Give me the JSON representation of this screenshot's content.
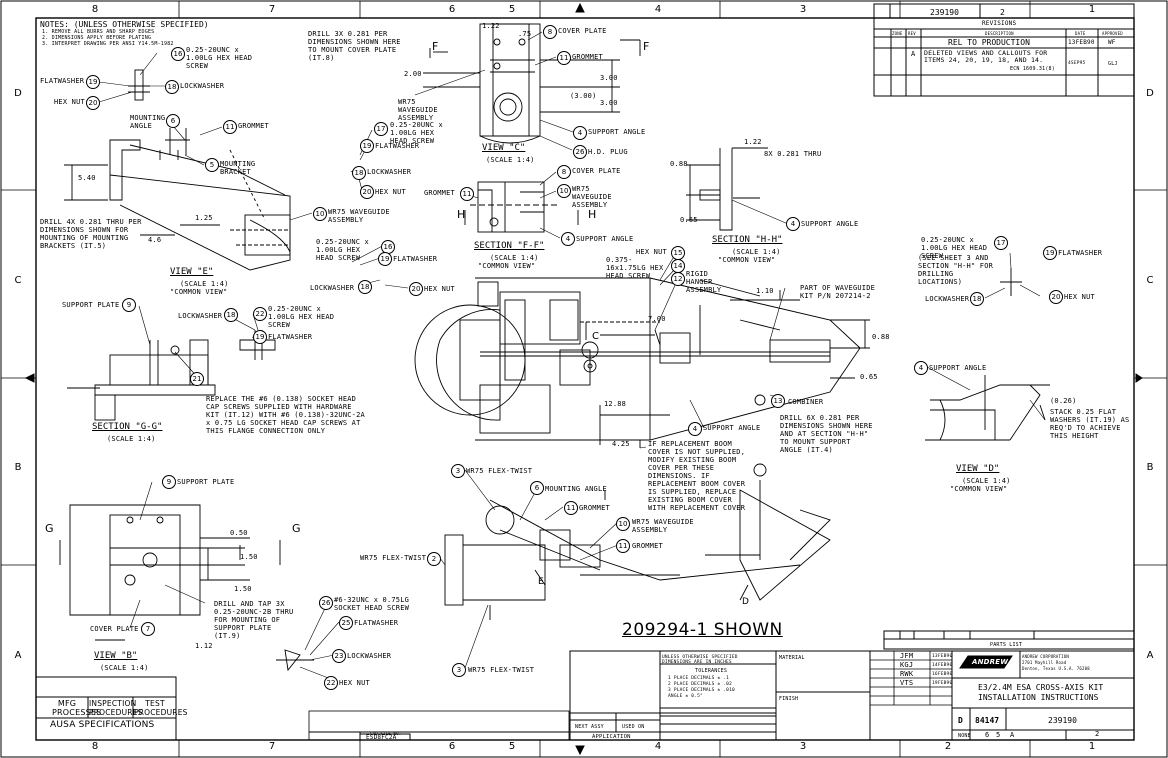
{
  "zones_top": [
    "8",
    "7",
    "6",
    "5",
    "4",
    "3",
    "2",
    "1"
  ],
  "zones_side": [
    "D",
    "C",
    "B",
    "A"
  ],
  "notes": {
    "title": "NOTES: (UNLESS OTHERWISE SPECIFIED)",
    "lines": [
      "1. REMOVE ALL BURRS AND SHARP EDGES",
      "2. DIMENSIONS APPLY BEFORE PLATING",
      "3. INTERPRET DRAWING PER ANSI Y14.5M-1982"
    ]
  },
  "title_block": {
    "doc_number_top": "239190",
    "sheet_top": "2",
    "revisions_title": "REVISIONS",
    "rev_headers": [
      "ZONE",
      "REV",
      "DESCRIPTION",
      "DATE",
      "APPROVED"
    ],
    "rev_row1": {
      "desc": "REL TO PRODUCTION",
      "date": "13FEB90",
      "appr": "WF"
    },
    "rev_row2": {
      "rev": "A",
      "desc": "DELETED VIEWS AND CALLOUTS FOR ITEMS 24, 20, 19, 18, AND 14.",
      "ecn": "ECN 1609.31(8)",
      "date": "4SEP95",
      "appr": "GLJ"
    },
    "parts_list": "PARTS LIST",
    "company": "ANDREW CORPORATION",
    "brand": "ANDREW",
    "address": [
      "2701 Mayhill Road",
      "Denton, Texas U.S.A. 76208"
    ],
    "drawing_title_1": "E3/2.4M ESA CROSS-AXIS KIT",
    "drawing_title_2": "INSTALLATION INSTRUCTIONS",
    "drawn": {
      "name": "JFM",
      "date": "13FEB90"
    },
    "checked": {
      "name": "KGJ",
      "date": "14FEB90"
    },
    "appr1": {
      "name": "RWK",
      "date": "16FEB90"
    },
    "appr2": {
      "name": "VTS",
      "date": "19FEB90"
    },
    "size": "D",
    "cage": "84147",
    "dwg_no": "239190",
    "rev_block": "2",
    "scale": "NONE",
    "sheet_of": "6",
    "sheet_num": "5",
    "rev_letter": "A",
    "tolerances_title": "TOLERANCES",
    "tolerances": [
      "1 PLACE DECIMALS ± .1",
      "2 PLACE DECIMALS ± .02",
      "3 PLACE DECIMALS ± .010",
      "ANGLE ± 0.5°"
    ],
    "unless": "UNLESS OTHERWISE SPECIFIED",
    "dims_in": "DIMENSIONS ARE IN INCHES",
    "material": "MATERIAL",
    "finish": "FINISH",
    "next_assy": "NEXT ASSY",
    "used_on": "USED ON",
    "application": "APPLICATION",
    "cad_file": "CAD FILE NO.",
    "cad_no": "ESD8FC2A"
  },
  "specs": {
    "mfg": "MFG PROCESSES",
    "insp": "INSPECTION PROCEDURES",
    "test": "TEST PROCEDURES",
    "ausa": "AUSA SPECIFICATIONS"
  },
  "shown": "209294-1 SHOWN",
  "views": {
    "view_e": {
      "title": "VIEW \"E\"",
      "scale": "(SCALE 1:4)",
      "common": "\"COMMON VIEW\""
    },
    "view_c": {
      "title": "VIEW \"C\"",
      "scale": "(SCALE 1:4)"
    },
    "section_ff": {
      "title": "SECTION \"F-F\"",
      "scale": "(SCALE 1:4)",
      "common": "\"COMMON VIEW\""
    },
    "section_hh": {
      "title": "SECTION \"H-H\"",
      "scale": "(SCALE 1:4)",
      "common": "\"COMMON VIEW\""
    },
    "section_gg": {
      "title": "SECTION \"G-G\"",
      "scale": "(SCALE 1:4)"
    },
    "view_d": {
      "title": "VIEW \"D\"",
      "scale": "(SCALE 1:4)",
      "common": "\"COMMON VIEW\""
    },
    "view_b": {
      "title": "VIEW \"B\"",
      "scale": "(SCALE 1:4)"
    }
  },
  "callouts": {
    "c16": "0.25-20UNC x 1.00LG HEX HEAD SCREW",
    "flatwasher": "FLATWASHER",
    "lockwasher": "LOCKWASHER",
    "hexnut": "HEX NUT",
    "mounting_angle": "MOUNTING ANGLE",
    "grommet": "GROMMET",
    "mounting_bracket": "MOUNTING BRACKET",
    "wr75_assy": "WR75 WAVEGUIDE ASSEMBLY",
    "drill4x": "DRILL 4X 0.281 THRU PER DIMENSIONS SHOWN FOR MOUNTING OF MOUNTING BRACKETS (IT.5)",
    "drill3x": "DRILL 3X 0.281 PER DIMENSIONS SHOWN HERE TO MOUNT COVER PLATE (IT.8)",
    "cover_plate": "COVER PLATE",
    "support_angle": "SUPPORT ANGLE",
    "hd_plug": "H.D. PLUG",
    "support_plate": "SUPPORT PLATE",
    "c21": "REPLACE THE #6 (0.138) SOCKET HEAD CAP SCREWS SUPPLIED WITH HARDWARE KIT (IT.12) WITH #6 (0.138)-32UNC-2A x 0.75 LG SOCKET HEAD CAP SCREWS AT THIS FLANGE CONNECTION ONLY",
    "c15": "0.375-16x1.75LG HEX HEAD SCREW",
    "rigid_hanger": "RIGID HANGER ASSEMBLY",
    "part_of": "PART OF WAVEGUIDE KIT P/N 207214-2",
    "combiner": "COMBINER",
    "drill6x": "DRILL 6X 0.281 PER DIMENSIONS SHOWN HERE AND AT SECTION \"H-H\" TO MOUNT SUPPORT ANGLE (IT.4)",
    "boom_note": "IF REPLACEMENT BOOM COVER IS NOT SUPPLIED, MODIFY EXISTING BOOM COVER PER THESE DIMENSIONS. IF REPLACEMENT BOOM COVER IS SUPPLIED, REPLACE EXISTING BOOM COVER WITH REPLACEMENT COVER",
    "drill8x": "8X 0.281 THRU",
    "see_sheet": "(SEE SHEET 3 AND SECTION \"H-H\" FOR DRILLING LOCATIONS)",
    "stack": "STACK 0.25 FLAT WASHERS (IT.19) AS REQ'D TO ACHIEVE THIS HEIGHT",
    "flex_twist": "WR75 FLEX-TWIST",
    "drill_tap": "DRILL AND TAP 3X 0.25-20UNC-2B THRU FOR MOUNTING OF SUPPORT PLATE (IT.9)",
    "c26": "#6-32UNC x 0.75LG SOCKET HEAD SCREW"
  },
  "dims": {
    "d122": "1.22",
    "d75": ".75",
    "d200": "2.00",
    "d300a": "3.00",
    "d300b": "3.00",
    "d300p": "(3.00)",
    "d540": "5.40",
    "d125": "1.25",
    "d46": "4.6",
    "d122b": "1.22",
    "d088": "0.88",
    "d065": "0.65",
    "d700": "7.00",
    "d110": "1.10",
    "d088b": "0.88",
    "d065b": "0.65",
    "d1288": "12.88",
    "d425": "4.25",
    "d026": "(0.26)",
    "d050": "0.50",
    "d150a": "1.50",
    "d150b": "1.50",
    "d112": "1.12"
  },
  "section_letters": {
    "f": "F",
    "h": "H",
    "g": "G",
    "c": "C",
    "d": "D",
    "e": "E"
  }
}
